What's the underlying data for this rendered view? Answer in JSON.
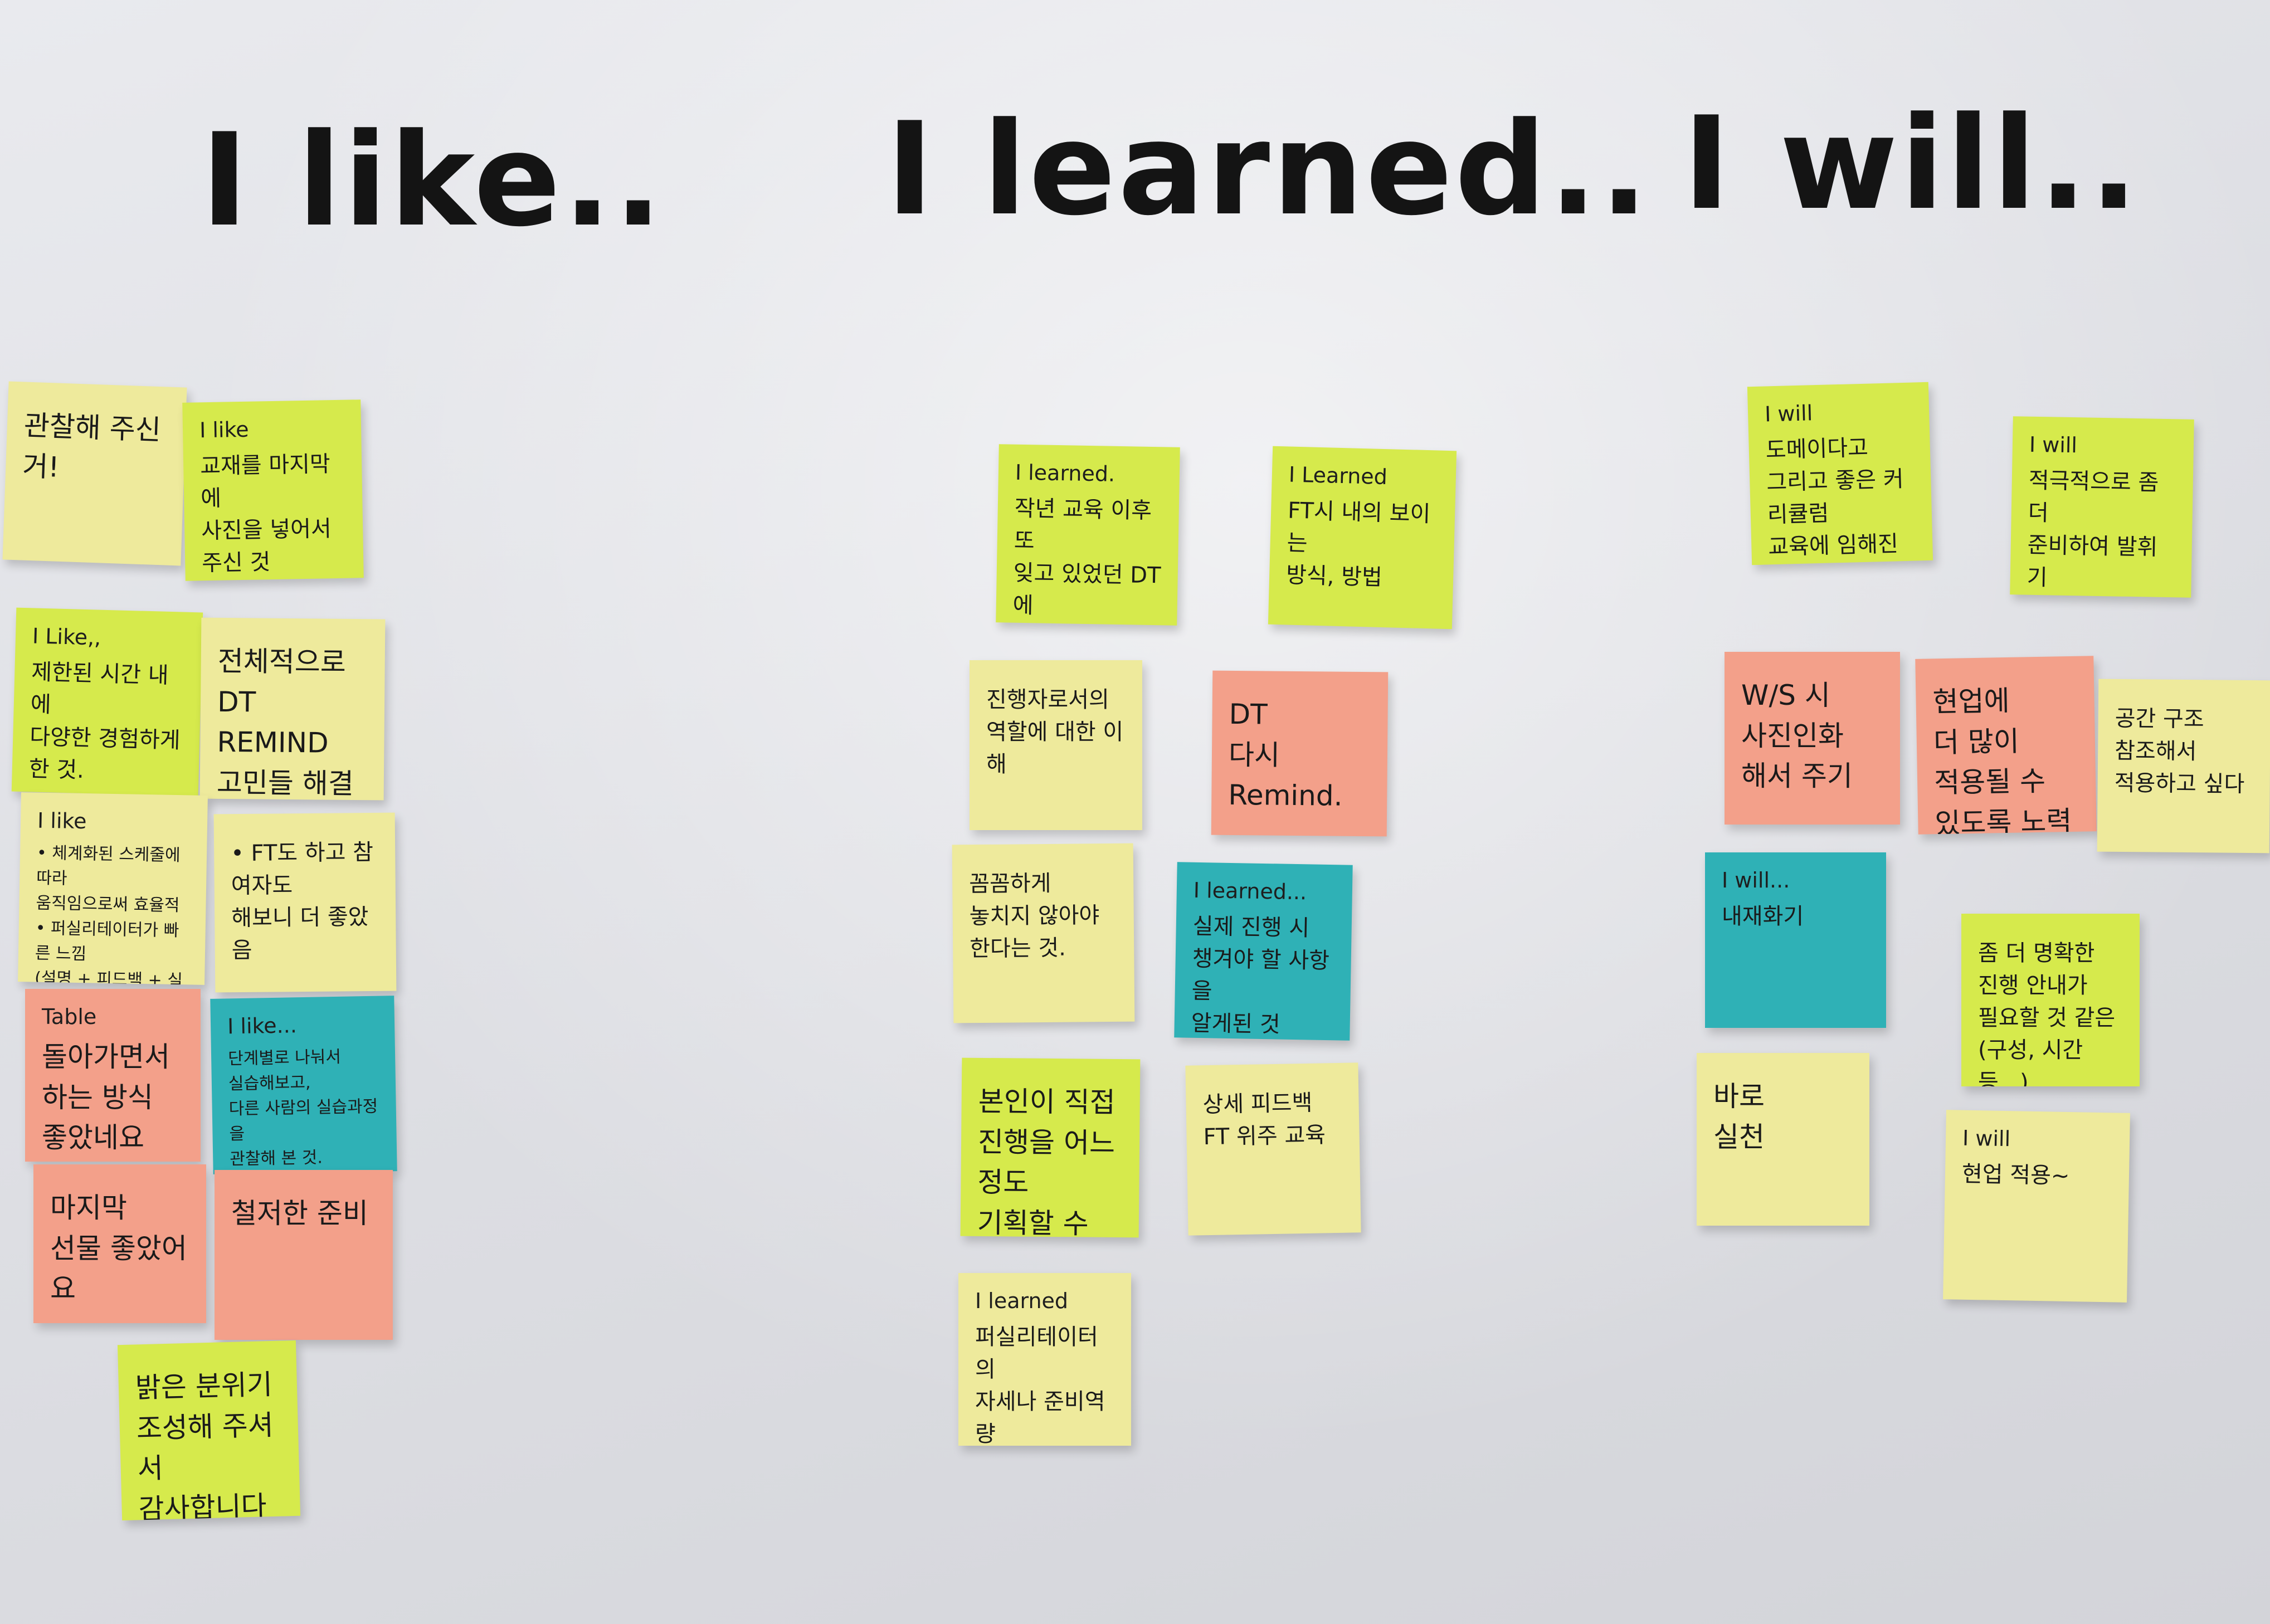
{
  "board": {
    "surface_color": "#e2e3e7",
    "columns": [
      {
        "heading": "I like.."
      },
      {
        "heading": "I learned.."
      },
      {
        "heading": "I will.."
      }
    ]
  },
  "notes": [
    {
      "id": "like-1",
      "color": "#eeea9c",
      "title": "",
      "text": "관찰해 주신 거!"
    },
    {
      "id": "like-2",
      "color": "#d6ea4c",
      "title": "I like",
      "text": "교재를 마지막에\n사진을 넣어서 주신 것"
    },
    {
      "id": "like-3",
      "color": "#d6ea4c",
      "title": "I Like,,",
      "text": "제한된 시간 내에\n다양한 경험하게 한 것."
    },
    {
      "id": "like-4",
      "color": "#eeea9c",
      "title": "",
      "text": "전체적으로\nDT REMIND\n고민들 해결"
    },
    {
      "id": "like-5",
      "color": "#eeea9c",
      "title": "I like",
      "text": "• 체계화된 스케줄에 따라\n  움직임으로써 효율적\n• 퍼실리테이터가 빠른 느낌\n  (설명 + 피드백 + 실제\n  체험)"
    },
    {
      "id": "like-6",
      "color": "#eeea9c",
      "title": "",
      "text": "• FT도 하고 참여자도\n  해보니 더 좋았음"
    },
    {
      "id": "like-7",
      "color": "#f3a08a",
      "title": "Table",
      "text": "돌아가면서\n하는 방식\n좋았네요"
    },
    {
      "id": "like-8",
      "color": "#2fb1b6",
      "title": "I like...",
      "text": "단계별로 나눠서\n실습해보고,\n다른 사람의 실습과정을\n관찰해 본 것.\n이미 익숙해 wrap-up"
    },
    {
      "id": "like-9",
      "color": "#f3a08a",
      "title": "",
      "text": "마지막\n선물 좋았어요"
    },
    {
      "id": "like-10",
      "color": "#f3a08a",
      "title": "",
      "text": "철저한 준비"
    },
    {
      "id": "like-11",
      "color": "#d6ea4c",
      "title": "",
      "text": "밝은 분위기\n조성해 주셔서\n감사합니다~"
    },
    {
      "id": "learned-1",
      "color": "#d6ea4c",
      "title": "I learned.",
      "text": "작년 교육 이후 또\n잊고 있었던 DT에\n대한 생각"
    },
    {
      "id": "learned-2",
      "color": "#d6ea4c",
      "title": "I Learned",
      "text": "FT시 내의 보이는\n방식, 방법"
    },
    {
      "id": "learned-3",
      "color": "#eeea9c",
      "title": "",
      "text": "진행자로서의\n역할에 대한 이해"
    },
    {
      "id": "learned-4",
      "color": "#f3a08a",
      "title": "",
      "text": "DT\n다시\nRemind."
    },
    {
      "id": "learned-5",
      "color": "#eeea9c",
      "title": "",
      "text": "꼼꼼하게\n놓치지 않아야\n한다는 것."
    },
    {
      "id": "learned-6",
      "color": "#2fb1b6",
      "title": "I learned...",
      "text": "실제 진행 시\n챙겨야 할 사항을\n알게된 것"
    },
    {
      "id": "learned-7",
      "color": "#d6ea4c",
      "title": "",
      "text": "본인이 직접\n진행을 어느정도\n기획할 수 있다는 것"
    },
    {
      "id": "learned-8",
      "color": "#eeea9c",
      "title": "",
      "text": "상세 피드백\nFT 위주 교육"
    },
    {
      "id": "learned-9",
      "color": "#eeea9c",
      "title": "I learned",
      "text": "퍼실리테이터의\n자세나 준비역량"
    },
    {
      "id": "will-1",
      "color": "#d6ea4c",
      "title": "I will",
      "text": "도메이다고\n그리고 좋은 커리큘럼\n교육에 임해진다는\n다짐"
    },
    {
      "id": "will-2",
      "color": "#d6ea4c",
      "title": "I will",
      "text": "적극적으로 좀 더\n준비하여 발휘기"
    },
    {
      "id": "will-3",
      "color": "#f3a08a",
      "title": "",
      "text": "W/S 시\n사진인화\n해서 주기"
    },
    {
      "id": "will-4",
      "color": "#f3a08a",
      "title": "",
      "text": "현업에\n더 많이\n적용될 수\n있도록 노력"
    },
    {
      "id": "will-5",
      "color": "#eeea9c",
      "title": "",
      "text": "공간 구조\n참조해서\n적용하고 싶다"
    },
    {
      "id": "will-6",
      "color": "#2fb1b6",
      "title": "I will...",
      "text": "내재화기"
    },
    {
      "id": "will-7",
      "color": "#d6ea4c",
      "title": "",
      "text": "좀 더 명확한\n진행 안내가\n필요할 것 같은\n(구성, 시간 등...)"
    },
    {
      "id": "will-8",
      "color": "#eeea9c",
      "title": "",
      "text": "바로\n실천"
    },
    {
      "id": "will-9",
      "color": "#eeea9c",
      "title": "I will",
      "text": "현업 적용~"
    }
  ]
}
